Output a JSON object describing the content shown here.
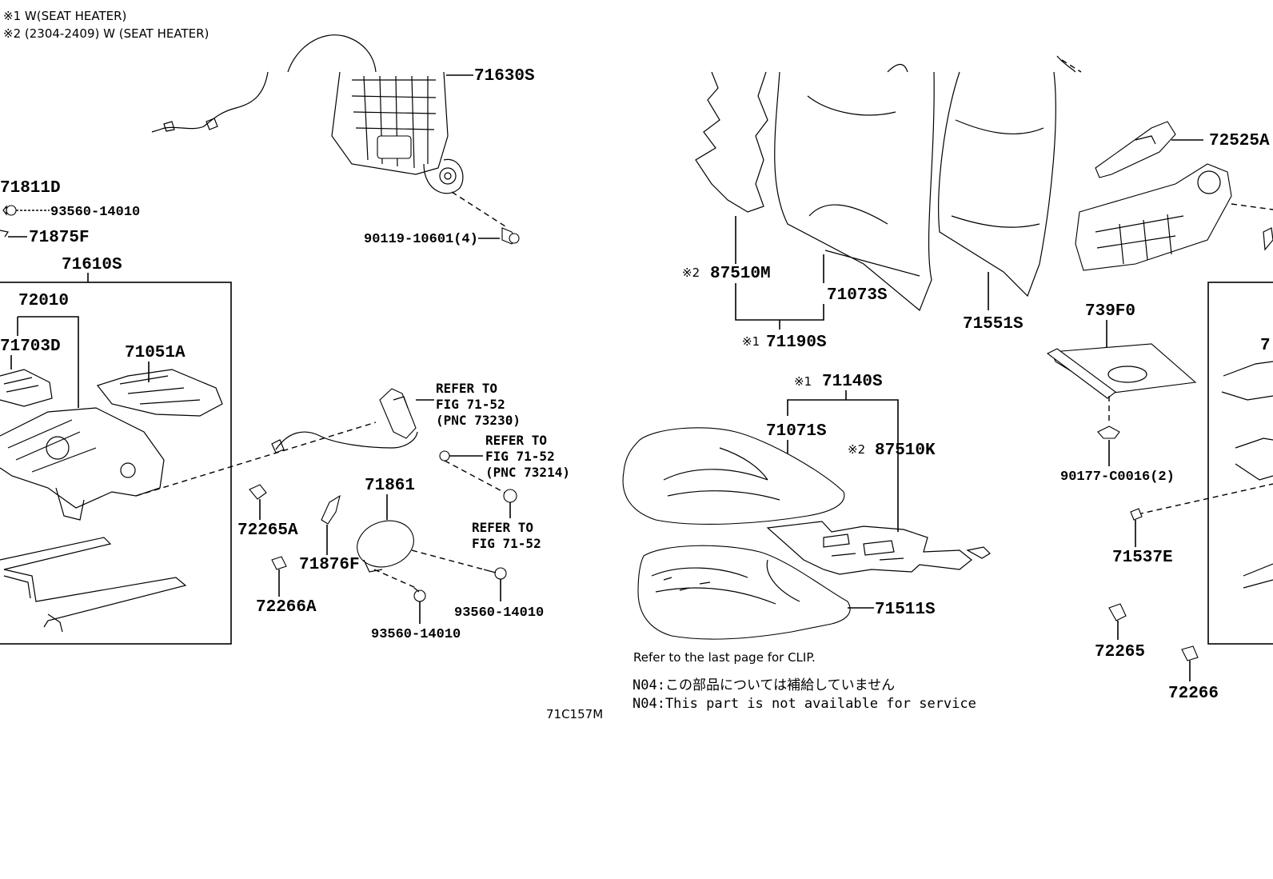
{
  "header": {
    "legend_1": "※1 W(SEAT HEATER)",
    "legend_2": "※2 (2304-2409) W (SEAT HEATER)"
  },
  "labels": {
    "p71630S": "71630S",
    "p71811D": "71811D",
    "p93560_14010_a": "93560-14010",
    "p71875F": "71875F",
    "p71610S": "71610S",
    "p72010": "72010",
    "p71703D": "71703D",
    "p71051A": "71051A",
    "p90119": "90119-10601(4)",
    "p72265A": "72265A",
    "p72266A": "72266A",
    "p71876F": "71876F",
    "p71861": "71861",
    "p93560_14010_b": "93560-14010",
    "p93560_14010_c": "93560-14010",
    "p87510M_mark": "※2",
    "p87510M": "87510M",
    "p71073S": "71073S",
    "p71190S_mark": "※1",
    "p71190S": "71190S",
    "p71551S": "71551S",
    "p71140S_mark": "※1",
    "p71140S": "71140S",
    "p71071S": "71071S",
    "p87510K_mark": "※2",
    "p87510K": "87510K",
    "p71511S": "71511S",
    "p72525A": "72525A",
    "p739F0": "739F0",
    "p90177": "90177-C0016(2)",
    "p71537E": "71537E",
    "p72265": "72265",
    "p72266": "72266"
  },
  "refs": {
    "ref1": [
      "REFER TO",
      "FIG 71-52",
      "(PNC 73230)"
    ],
    "ref2": [
      "REFER TO",
      "FIG 71-52",
      "(PNC 73214)"
    ],
    "ref3": [
      "REFER TO",
      "FIG 71-52"
    ]
  },
  "notes": {
    "clip": "Refer to the last page for CLIP.",
    "n04_jp": "N04:この部品については補給していません",
    "n04_en": "N04:This part is not available for service",
    "figure_code": "71C157M"
  }
}
